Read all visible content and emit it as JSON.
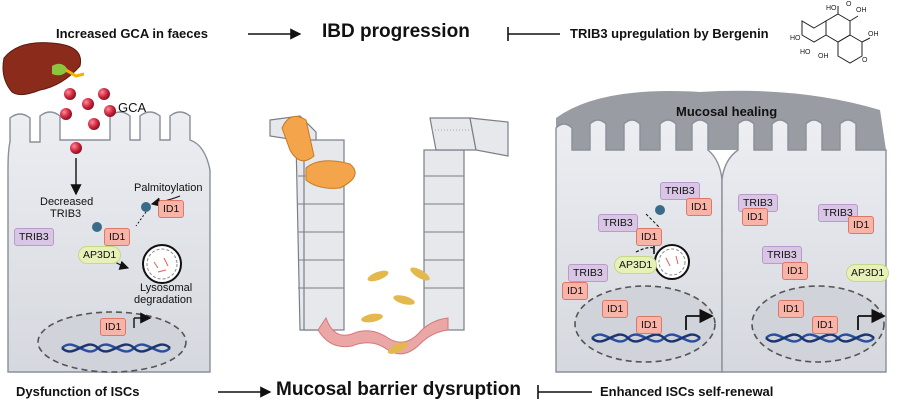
{
  "header": {
    "left": "Increased GCA in faeces",
    "center": "IBD progression",
    "right": "TRIB3 upregulation by Bergenin"
  },
  "footer": {
    "left": "Dysfunction of ISCs",
    "center": "Mucosal barrier dysruption",
    "right": "Enhanced ISCs self-renewal"
  },
  "left_cell": {
    "gca": "GCA",
    "decreased": "Decreased",
    "trib3_label": "TRIB3",
    "palmitoylation": "Palmitoylation",
    "id1_a": "ID1",
    "id1_b": "ID1",
    "trib3_box": "TRIB3",
    "ap3d1": "AP3D1",
    "lysosomal": "Lysosomal",
    "degradation": "degradation",
    "nucleus_id1": "ID1"
  },
  "right_cells": {
    "title": "Mucosal healing",
    "boxes": [
      "TRIB3",
      "ID1",
      "TRIB3",
      "ID1",
      "AP3D1",
      "TRIB3",
      "ID1",
      "TRIB3",
      "ID1",
      "TRIB3",
      "ID1",
      "TRIB3",
      "ID1",
      "AP3D1",
      "ID1",
      "ID1",
      "ID1",
      "ID1"
    ]
  },
  "colors": {
    "cell_fill": "#e2e4e9",
    "cell_stroke": "#8a8f99",
    "gca_red": "#c8243a",
    "mucosa_gray": "#9a9ca3",
    "dna_blue": "#2b4f9e"
  }
}
